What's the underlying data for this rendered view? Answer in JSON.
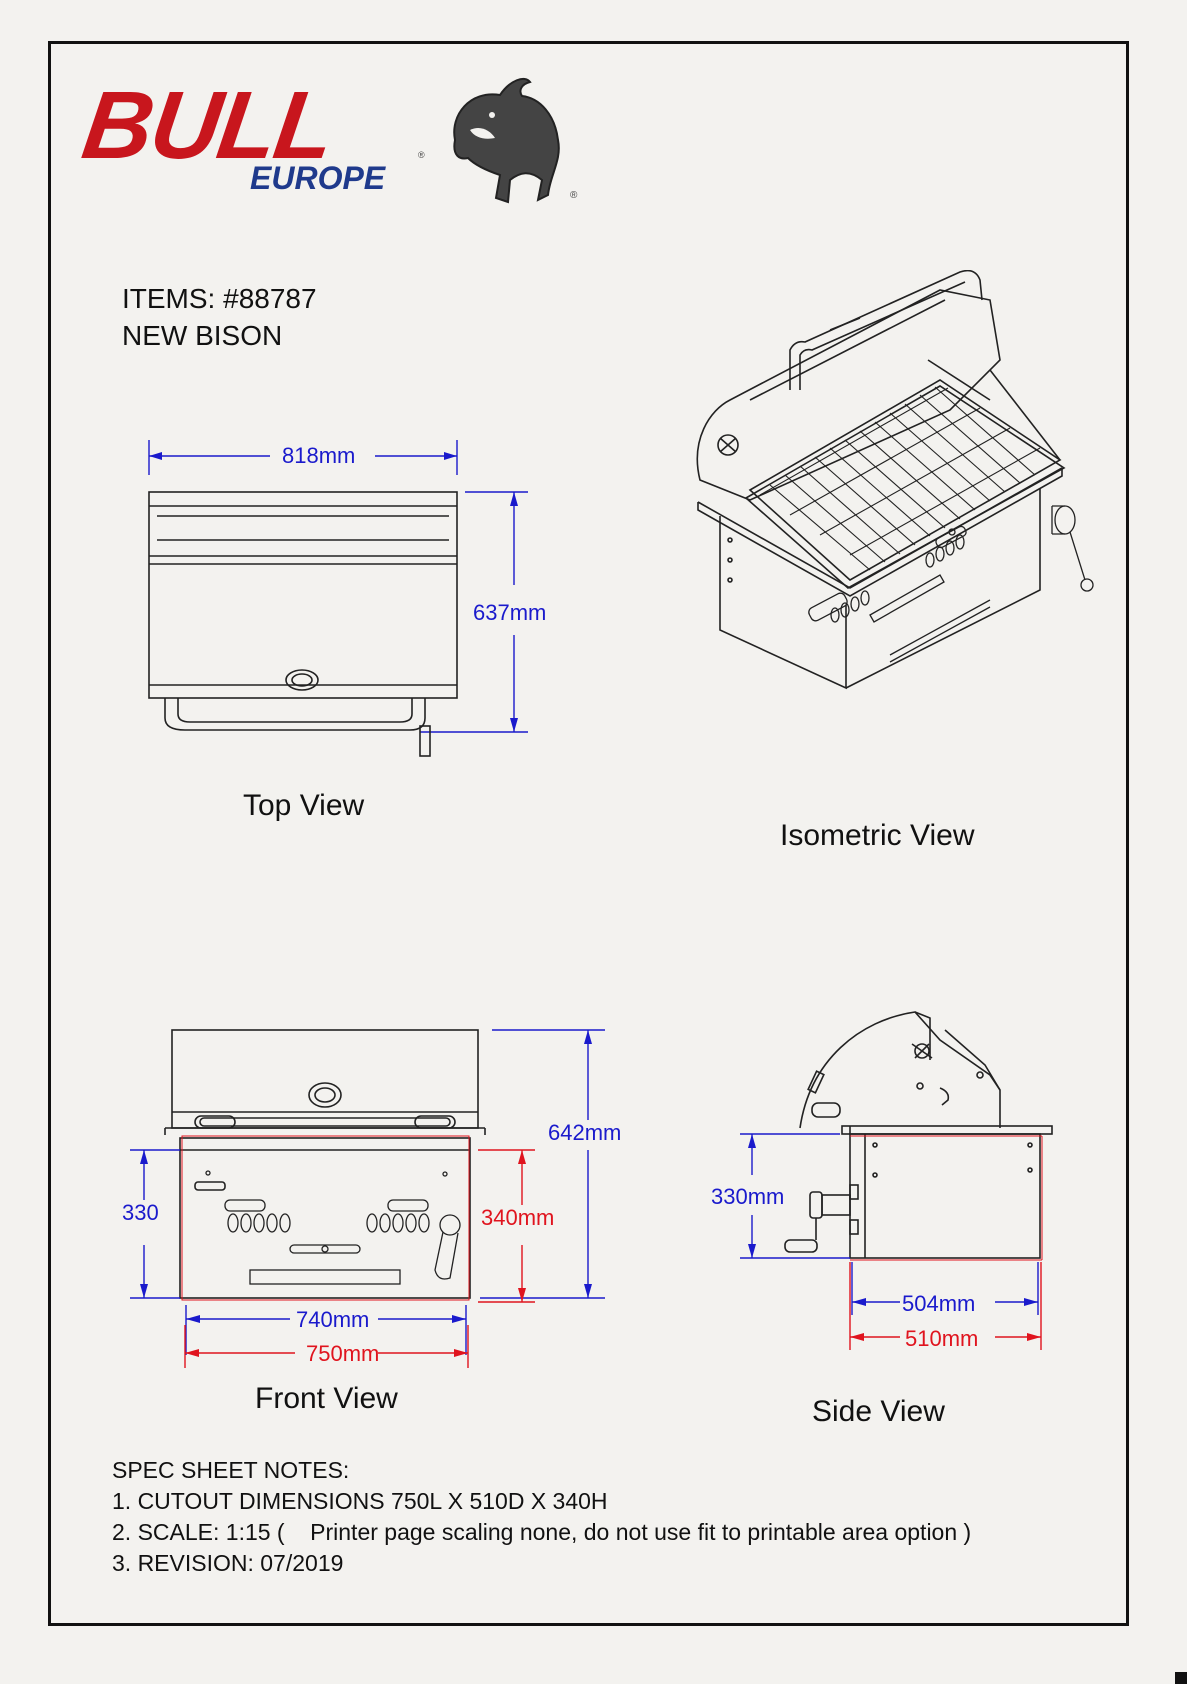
{
  "brand": {
    "name": "BULL",
    "region": "EUROPE",
    "registered": "®"
  },
  "item": {
    "number_line": "ITEMS: #88787",
    "model": "NEW BISON"
  },
  "views": {
    "top": {
      "label": "Top View",
      "width": "818mm",
      "depth": "637mm"
    },
    "isometric": {
      "label": "Isometric View"
    },
    "front": {
      "label": "Front View",
      "height_total": "642mm",
      "left_height": "330",
      "cutout_height": "340mm",
      "width_inner": "740mm",
      "width_cutout": "750mm"
    },
    "side": {
      "label": "Side View",
      "height": "330mm",
      "depth_inner": "504mm",
      "depth_cutout": "510mm"
    }
  },
  "notes": {
    "title": "SPEC SHEET NOTES:",
    "lines": [
      "1. CUTOUT DIMENSIONS 750L X 510D X 340H",
      "2. SCALE: 1:15 (    Printer page scaling none, do not use fit to printable area option )",
      "3. REVISION: 07/2019"
    ]
  },
  "colors": {
    "brand_red": "#c8161d",
    "brand_blue": "#1f3a8c",
    "dim_blue": "#1a1acc",
    "dim_red": "#e0141e",
    "ink": "#111111"
  }
}
